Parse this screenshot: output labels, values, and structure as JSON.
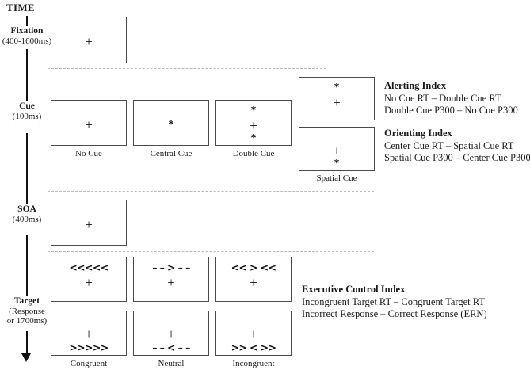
{
  "figure": {
    "time_axis_label": "TIME",
    "stages": [
      {
        "name": "Fixation",
        "duration": "(400-1600ms)"
      },
      {
        "name": "Cue",
        "duration": "(100ms)"
      },
      {
        "name": "SOA",
        "duration": "(400ms)"
      },
      {
        "name": "Target",
        "duration": "(Response",
        "duration2": "or 1700ms)"
      }
    ]
  },
  "fixation_row": {
    "box": {
      "glyph": "+"
    }
  },
  "cue_row": {
    "boxes": [
      {
        "caption": "No Cue",
        "glyphs": [
          "+"
        ]
      },
      {
        "caption": "Central Cue",
        "glyphs": [
          "*"
        ]
      },
      {
        "caption": "Double Cue",
        "glyphs": [
          "*",
          "+",
          "*"
        ]
      }
    ],
    "spatial": {
      "caption": "Spatial Cue",
      "upper": {
        "star": "*",
        "plus": "+"
      },
      "lower": {
        "plus": "+",
        "star": "*"
      }
    }
  },
  "soa_row": {
    "box": {
      "glyph": "+"
    }
  },
  "target_row": {
    "columns": [
      {
        "caption": "Congruent",
        "upper": {
          "arrows": "<<<<<",
          "plus": "+"
        },
        "lower": {
          "plus": "+",
          "arrows": ">>>>>"
        }
      },
      {
        "caption": "Neutral",
        "upper": {
          "arrows": "– – > – –",
          "plus": "+"
        },
        "lower": {
          "plus": "+",
          "arrows": "– – < – –"
        }
      },
      {
        "caption": "Incongruent",
        "upper": {
          "arrows": "<< > <<",
          "plus": "+"
        },
        "lower": {
          "plus": "+",
          "arrows": ">> < >>"
        }
      }
    ]
  },
  "indices": {
    "alerting": {
      "title": "Alerting Index",
      "line1": "No Cue RT – Double Cue RT",
      "line2": "Double Cue P300 – No Cue P300"
    },
    "orienting": {
      "title": "Orienting Index",
      "line1": "Center Cue RT – Spatial Cue RT",
      "line2": "Spatial Cue P300 – Center Cue P300"
    },
    "executive": {
      "title": "Executive Control Index",
      "line1": "Incongruent Target RT – Congruent Target RT",
      "line2": "Incorrect Response – Correct Response (ERN)"
    }
  }
}
